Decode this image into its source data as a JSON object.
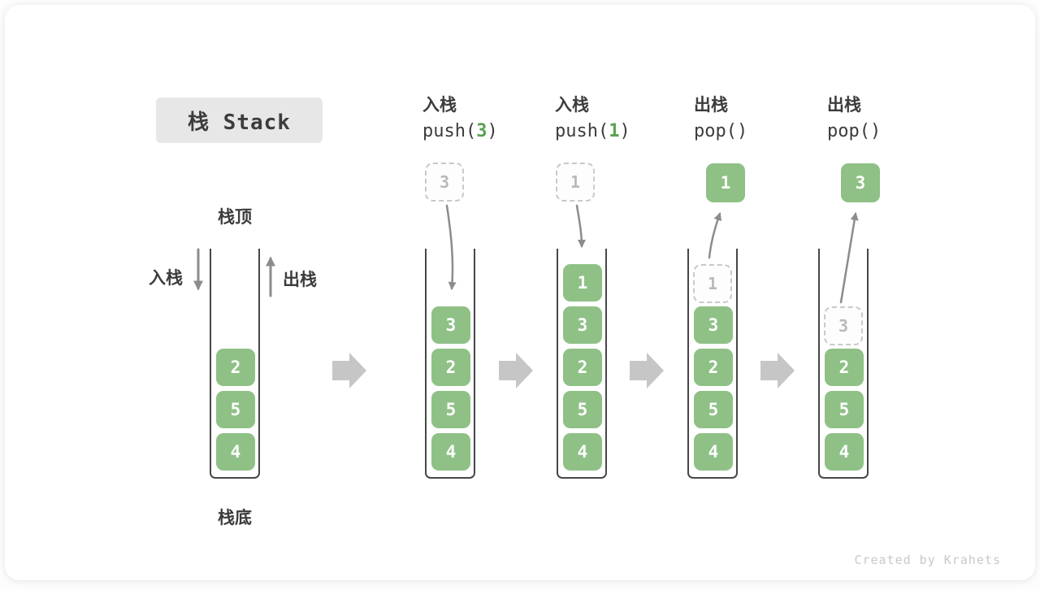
{
  "title": {
    "text": "栈 Stack"
  },
  "labels": {
    "stack_top": "栈顶",
    "stack_bottom": "栈底",
    "push_side": "入栈",
    "pop_side": "出栈"
  },
  "ops": [
    {
      "label": "入栈",
      "code_pre": "push(",
      "code_arg": "3",
      "code_post": ")"
    },
    {
      "label": "入栈",
      "code_pre": "push(",
      "code_arg": "1",
      "code_post": ")"
    },
    {
      "label": "出栈",
      "code_pre": "pop()",
      "code_arg": "",
      "code_post": ""
    },
    {
      "label": "出栈",
      "code_pre": "pop()",
      "code_arg": "",
      "code_post": ""
    }
  ],
  "flow": {
    "pending": [
      "3",
      "1"
    ],
    "popped": [
      "1",
      "3"
    ]
  },
  "stacks": [
    {
      "items": [
        "2",
        "5",
        "4"
      ]
    },
    {
      "items": [
        "3",
        "2",
        "5",
        "4"
      ]
    },
    {
      "items": [
        "1",
        "3",
        "2",
        "5",
        "4"
      ]
    },
    {
      "ghost": "1",
      "items": [
        "3",
        "2",
        "5",
        "4"
      ]
    },
    {
      "ghost": "3",
      "items": [
        "2",
        "5",
        "4"
      ]
    }
  ],
  "colors": {
    "box_green": "#8fc186",
    "code_green": "#57a24f",
    "arrow_gray": "#8c8c8c",
    "block_arrow_gray": "#c6c6c6",
    "ghost_border": "#c9c9c9",
    "ghost_text": "#b9b9b9",
    "container_border": "#474747",
    "text_dark": "#3c3c3c",
    "title_bg": "#e7e7e7",
    "watermark": "#c9c9c9"
  },
  "meta": {
    "watermark": "Created by Krahets"
  }
}
